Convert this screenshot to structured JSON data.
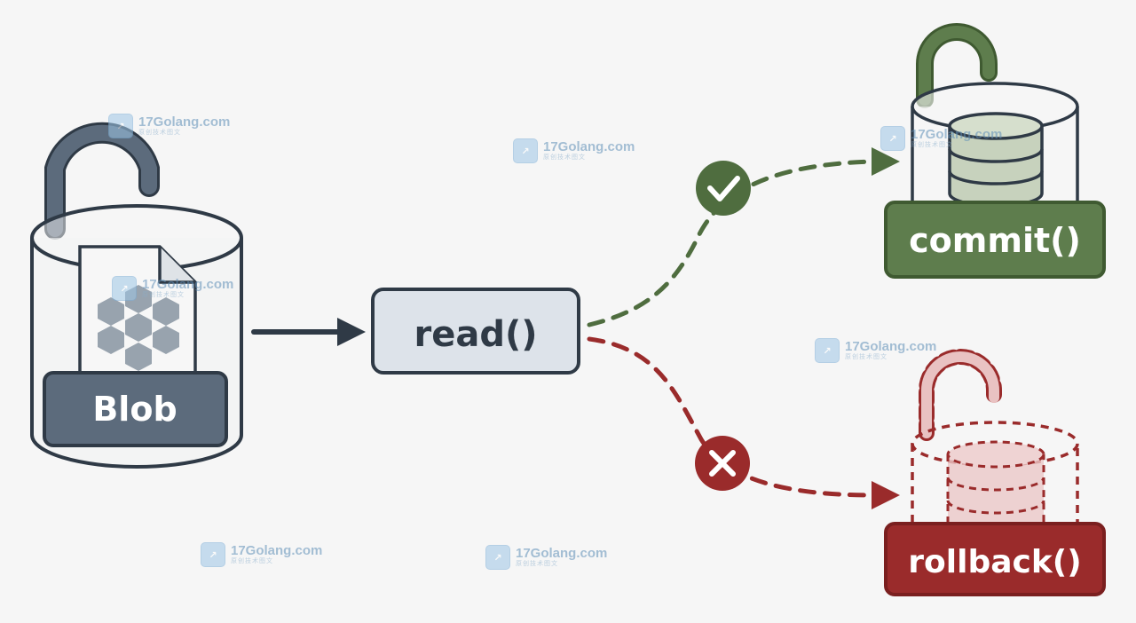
{
  "nodes": {
    "blob": {
      "label": "Blob"
    },
    "read": {
      "label": "read()"
    },
    "commit": {
      "label": "commit()"
    },
    "rollback": {
      "label": "rollback()"
    }
  },
  "edges": [
    {
      "from": "blob",
      "to": "read",
      "style": "solid"
    },
    {
      "from": "read",
      "to": "commit",
      "style": "dashed",
      "status": "success"
    },
    {
      "from": "read",
      "to": "rollback",
      "style": "dashed",
      "status": "failure"
    }
  ],
  "watermark": {
    "site": "17Golang.com",
    "sub": "原创技术图文"
  },
  "colors": {
    "background": "#f6f6f6",
    "slate": "#5c6b7c",
    "slate_dark": "#2f3a46",
    "read_fill": "#dde3ea",
    "success": "#5e7d4d",
    "success_dark": "#3f5a31",
    "failure": "#9a2b2b",
    "failure_light": "#e9c2c2"
  },
  "icons": {
    "blob": "open-padlock-icon",
    "blob_file": "document-icon",
    "hexagons": "hexagon-cluster-icon",
    "commit": "open-padlock-icon",
    "commit_db": "database-icon",
    "rollback": "open-padlock-icon",
    "rollback_db": "database-icon",
    "check": "check-icon",
    "cross": "close-icon"
  }
}
